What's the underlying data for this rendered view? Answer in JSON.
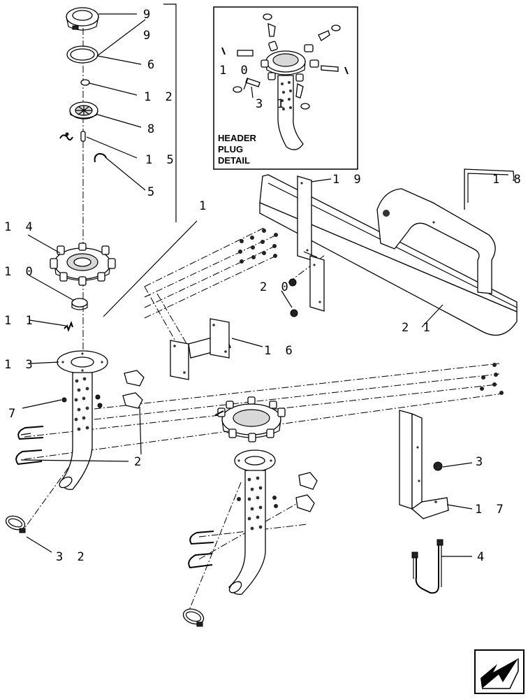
{
  "diagram": {
    "callouts": {
      "c9a": "9",
      "c9b": "9",
      "c6": "6",
      "c12": "1 2",
      "c8": "8",
      "c15": "1 5",
      "c5": "5",
      "c1": "1",
      "c14": "1 4",
      "c10": "1 0",
      "c11": "1 1",
      "c13": "1 3",
      "c7": "7",
      "c2": "2",
      "c32": "3 2",
      "c16": "1 6",
      "c19": "1 9",
      "c18": "1 8",
      "c20": "2 0",
      "c21": "2 1",
      "c3": "3",
      "c17": "1 7",
      "c4": "4",
      "inset10": "1 0",
      "inset31": "3 1"
    },
    "inset": {
      "title_line1": "HEADER",
      "title_line2": "PLUG",
      "title_line3": "DETAIL"
    },
    "nav_icon": "back-arrow-icon"
  }
}
